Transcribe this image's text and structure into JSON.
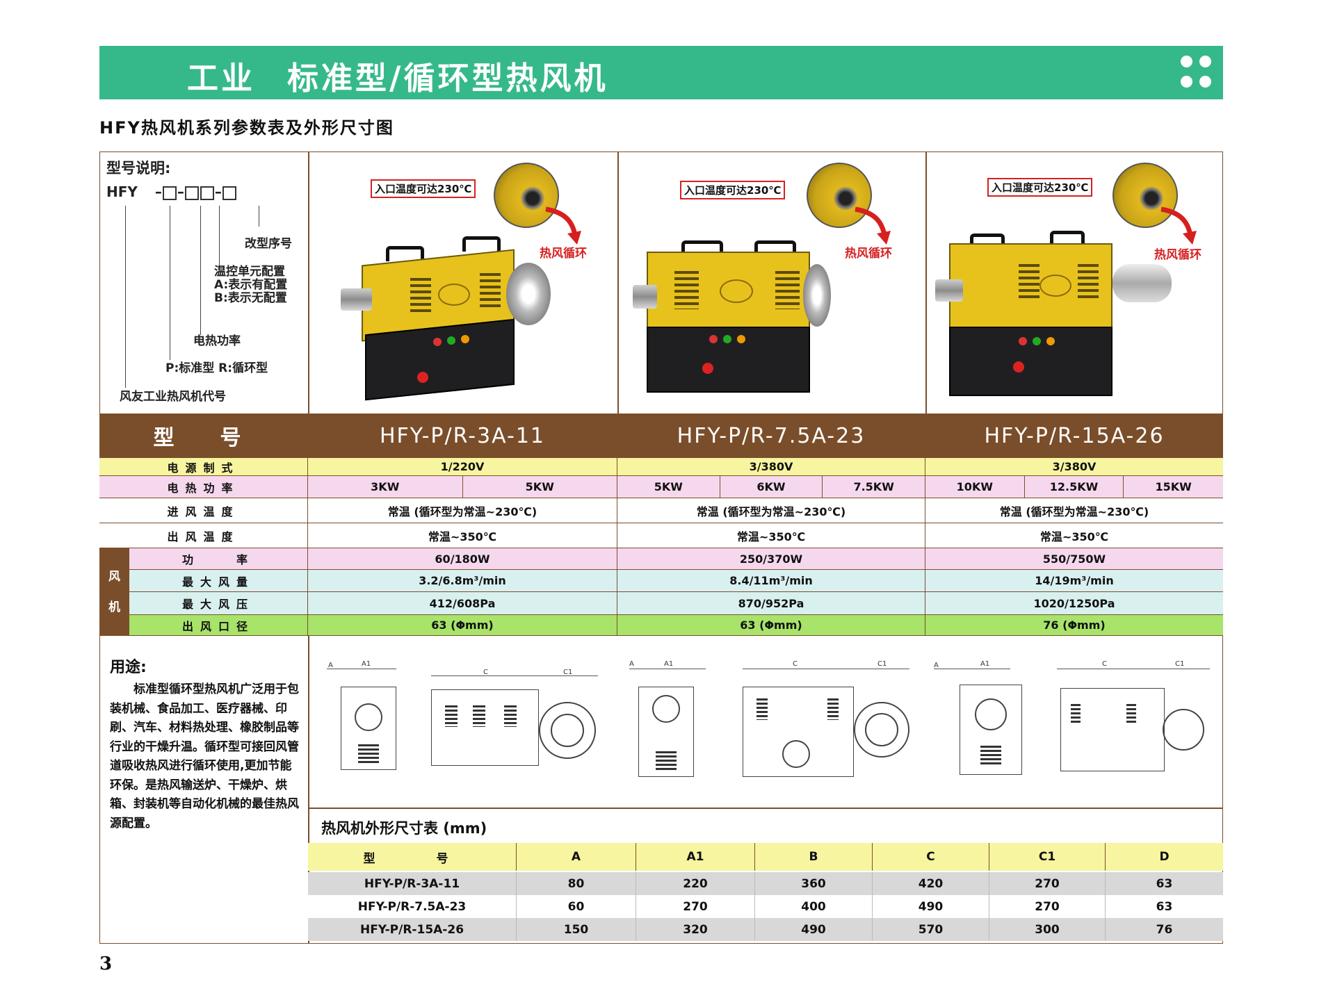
{
  "banner": {
    "title_part1": "工业",
    "title_part2": "标准型/循环型热风机"
  },
  "subtitle": "HFY热风机系列参数表及外形尺寸图",
  "model_explain": {
    "heading": "型号说明:",
    "prefix": "HFY",
    "items": [
      "改型序号",
      "温控单元配置",
      "A:表示有配置",
      "B:表示无配置",
      "电热功率",
      "P:标准型 R:循环型",
      "风友工业热风机代号"
    ]
  },
  "photos": [
    {
      "callout": "入口温度可达230℃",
      "arrow_label": "热风循环"
    },
    {
      "callout": "入口温度可达230℃",
      "arrow_label": "热风循环"
    },
    {
      "callout": "入口温度可达230℃",
      "arrow_label": "热风循环"
    }
  ],
  "spec": {
    "model_label": "型　号",
    "models": [
      "HFY-P/R-3A-11",
      "HFY-P/R-7.5A-23",
      "HFY-P/R-15A-26"
    ],
    "fan_label": "风机",
    "rows": [
      {
        "label": "电源制式",
        "bg": "#f7f5a0",
        "values": [
          "1/220V",
          "3/380V",
          "3/380V"
        ]
      },
      {
        "label": "电热功率",
        "bg": "#f6d8ee",
        "power": [
          [
            "3KW",
            "5KW"
          ],
          [
            "5KW",
            "6KW",
            "7.5KW"
          ],
          [
            "10KW",
            "12.5KW",
            "15KW"
          ]
        ]
      },
      {
        "label": "进风温度",
        "bg": "#ffffff",
        "values": [
          "常温 (循环型为常温~230℃)",
          "常温 (循环型为常温~230℃)",
          "常温 (循环型为常温~230℃)"
        ]
      },
      {
        "label": "出风温度",
        "bg": "#ffffff",
        "values": [
          "常温~350℃",
          "常温~350℃",
          "常温~350℃"
        ]
      },
      {
        "label": "功　　率",
        "bg": "#f6d8ee",
        "values": [
          "60/180W",
          "250/370W",
          "550/750W"
        ]
      },
      {
        "label": "最大风量",
        "bg": "#d9f0f0",
        "values": [
          "3.2/6.8m³/min",
          "8.4/11m³/min",
          "14/19m³/min"
        ]
      },
      {
        "label": "最大风压",
        "bg": "#d9f0f0",
        "values": [
          "412/608Pa",
          "870/952Pa",
          "1020/1250Pa"
        ]
      },
      {
        "label": "出风口径",
        "bg": "#a8e36a",
        "values": [
          "63 (Φmm)",
          "63 (Φmm)",
          "76 (Φmm)"
        ]
      }
    ]
  },
  "drawing_labels": [
    "A",
    "A1",
    "C",
    "C1"
  ],
  "usage": {
    "title": "用途:",
    "text": "标准型循环型热风机广泛用于包装机械、食品加工、医疗器械、印刷、汽车、材料热处理、橡胶制品等行业的干燥升温。循环型可接回风管道吸收热风进行循环使用,更加节能环保。是热风输送炉、干燥炉、烘箱、封装机等自动化机械的最佳热风源配置。"
  },
  "dims": {
    "title": "热风机外形尺寸表 (mm)",
    "headers": [
      "型　　号",
      "A",
      "A1",
      "B",
      "C",
      "C1",
      "D"
    ],
    "rows": [
      [
        "HFY-P/R-3A-11",
        "80",
        "220",
        "360",
        "420",
        "270",
        "63"
      ],
      [
        "HFY-P/R-7.5A-23",
        "60",
        "270",
        "400",
        "490",
        "270",
        "63"
      ],
      [
        "HFY-P/R-15A-26",
        "150",
        "320",
        "490",
        "570",
        "300",
        "76"
      ]
    ]
  },
  "page_number": "3",
  "colors": {
    "banner": "#36b98a",
    "header_row": "#7a4e2a",
    "yellow": "#f7f5a0",
    "pink": "#f6d8ee",
    "cyan": "#d9f0f0",
    "green": "#a8e36a",
    "gray": "#d8d8d8"
  }
}
